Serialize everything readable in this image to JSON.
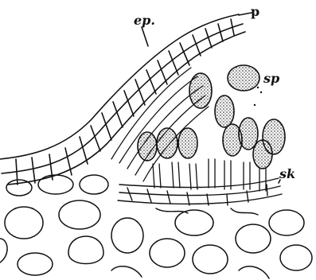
{
  "labels": {
    "ep": "ep.",
    "p": "p",
    "sp": "sp",
    "sk": "sk"
  },
  "colors": {
    "ink": "#111111",
    "paper": "#ffffff"
  }
}
